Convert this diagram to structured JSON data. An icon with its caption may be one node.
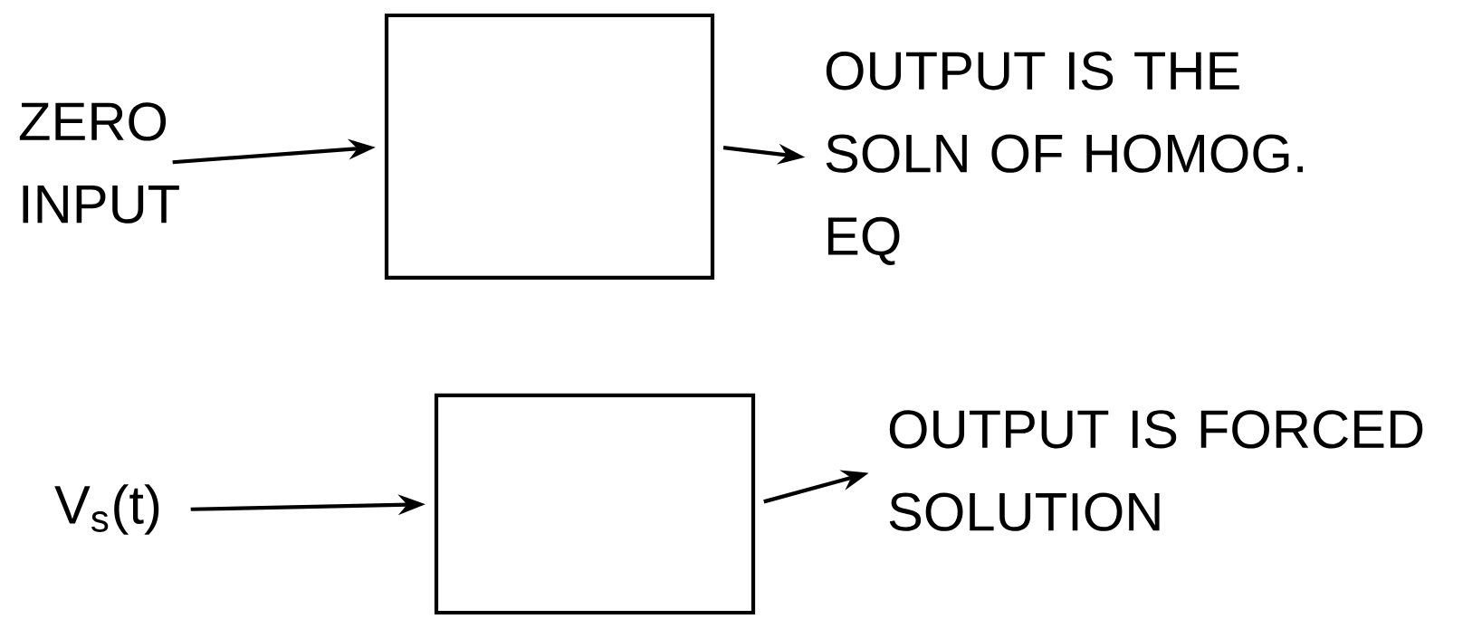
{
  "diagram": {
    "nodes": [
      {
        "text": [
          "ZERO INPUT"
        ]
      },
      {
        "text": [],
        "shape": "box"
      },
      {
        "text": [
          "OUTPUT IS THE SOLN OF HOMOG. EQ"
        ]
      },
      {
        "text": [
          "V$_{s}$(t)"
        ]
      },
      {
        "text": [],
        "shape": "box"
      },
      {
        "text": [
          "OUTPUT IS FORCED SOLUTION"
        ]
      }
    ],
    "edges": [
      {
        "from": 0,
        "to": 1,
        "arrow": "to"
      },
      {
        "from": 1,
        "to": 2,
        "arrow": "to"
      },
      {
        "from": 3,
        "to": 4,
        "arrow": "to"
      },
      {
        "from": 4,
        "to": 5,
        "arrow": "to"
      }
    ]
  }
}
